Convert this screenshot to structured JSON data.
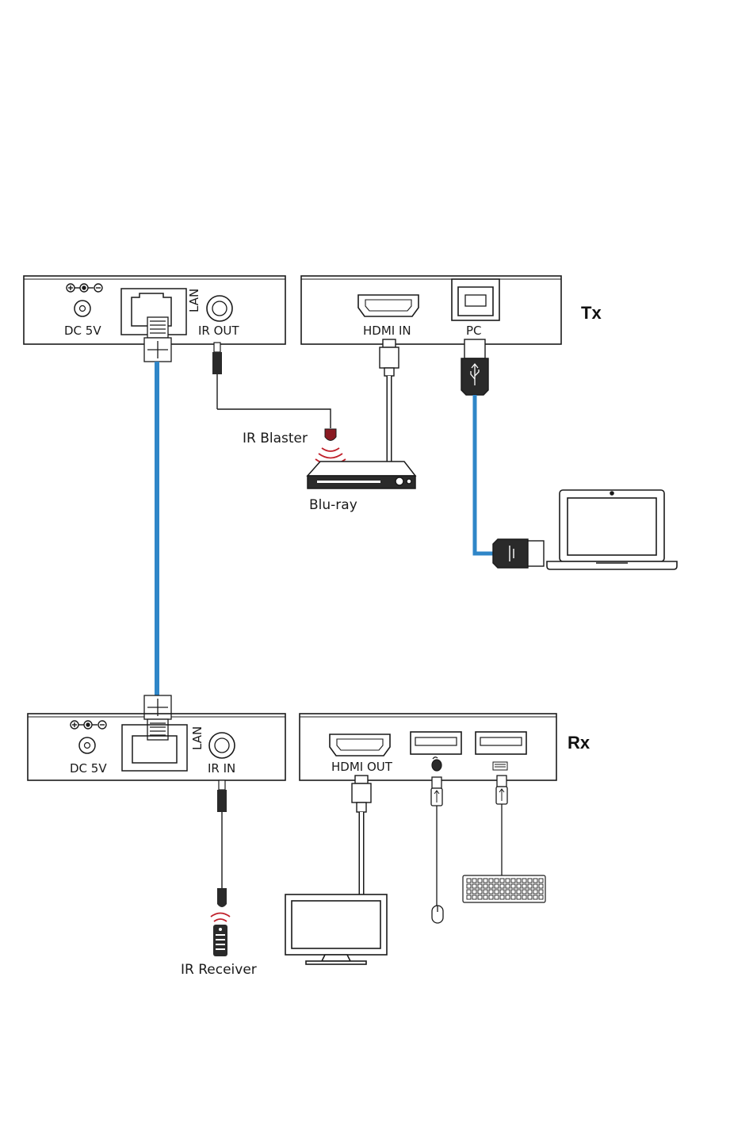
{
  "tx_unit": {
    "label": "Tx",
    "power_port": "DC 5V",
    "lan_port": "LAN",
    "ir_port": "IR OUT",
    "hdmi_port": "HDMI IN",
    "usb_port": "PC"
  },
  "rx_unit": {
    "label": "Rx",
    "power_port": "DC 5V",
    "lan_port": "LAN",
    "ir_port": "IR IN",
    "hdmi_port": "HDMI OUT"
  },
  "devices": {
    "ir_blaster": "IR Blaster",
    "bluray": "Blu-ray",
    "ir_receiver": "IR Receiver"
  },
  "colors": {
    "cable_blue": "#2f86c8",
    "line": "#1a1a1a",
    "panel": "#ffffff",
    "connector_dark": "#2a2a2a",
    "ir_red": "#c0202a"
  },
  "icons": [
    "polarity-icon",
    "rj45-connector-icon",
    "ir-jack-icon",
    "hdmi-connector-icon",
    "usb-b-connector-icon",
    "usb-a-connector-icon",
    "mouse-icon",
    "keyboard-icon",
    "monitor-icon",
    "laptop-icon",
    "bluray-player-icon",
    "remote-control-icon"
  ]
}
